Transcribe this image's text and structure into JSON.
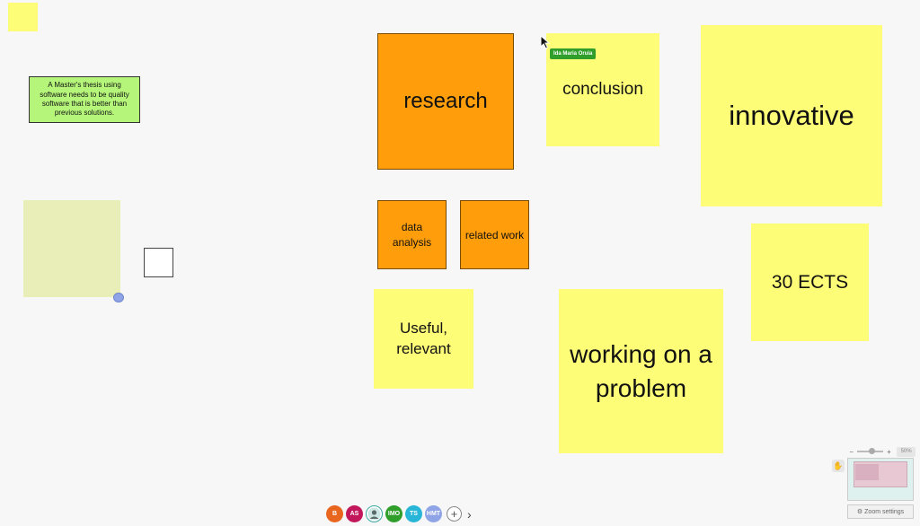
{
  "board": {
    "notes": {
      "thesis": "A Master's thesis using software needs to be quality software that is better than previous solutions.",
      "research": "research",
      "data_analysis": "data analysis",
      "related_work": "related work",
      "conclusion": "conclusion",
      "innovative": "innovative",
      "ects": "30 ECTS",
      "useful": "Useful, relevant",
      "working": "working on a problem"
    },
    "user_tag": "Ida Maria Oruia"
  },
  "collaborators": [
    {
      "initials": "B",
      "color": "#e8661e"
    },
    {
      "initials": "AS",
      "color": "#c2185b"
    },
    {
      "initials": "",
      "color": "#3aa7a0"
    },
    {
      "initials": "IMO",
      "color": "#2f9e2b"
    },
    {
      "initials": "TS",
      "color": "#28b6d8"
    },
    {
      "initials": "HMT",
      "color": "#8ea4e6"
    }
  ],
  "zoom": {
    "minus": "−",
    "plus": "+",
    "level": "50%",
    "settings_label": "Zoom settings"
  },
  "icons": {
    "add_user": "+",
    "more": "›",
    "hand": "✋",
    "gear": "⚙"
  }
}
